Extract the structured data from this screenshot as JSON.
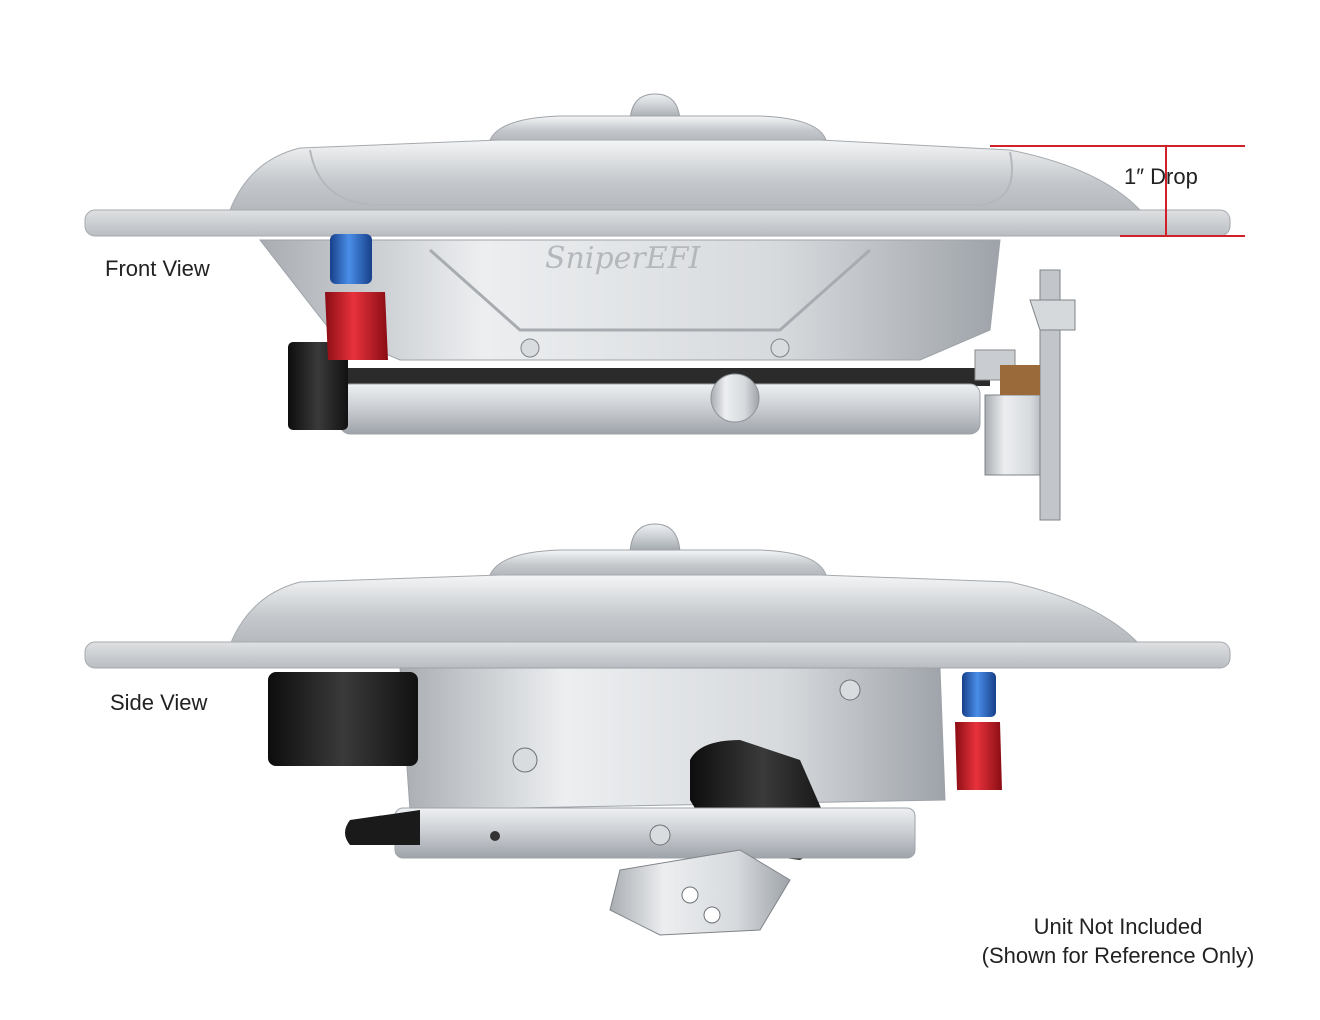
{
  "labels": {
    "front_view": "Front View",
    "side_view": "Side View",
    "drop": "1″ Drop",
    "note_line1": "Unit Not Included",
    "note_line2": "(Shown for Reference Only)",
    "logo_text": "SniperEFI"
  },
  "colors": {
    "background": "#ffffff",
    "dimension_line": "#d0202a",
    "fitting_blue": "#2a6fd0",
    "fitting_red": "#d21f2b",
    "aluminum": "#cfd2d6",
    "black_sensor": "#1c1c1c"
  }
}
